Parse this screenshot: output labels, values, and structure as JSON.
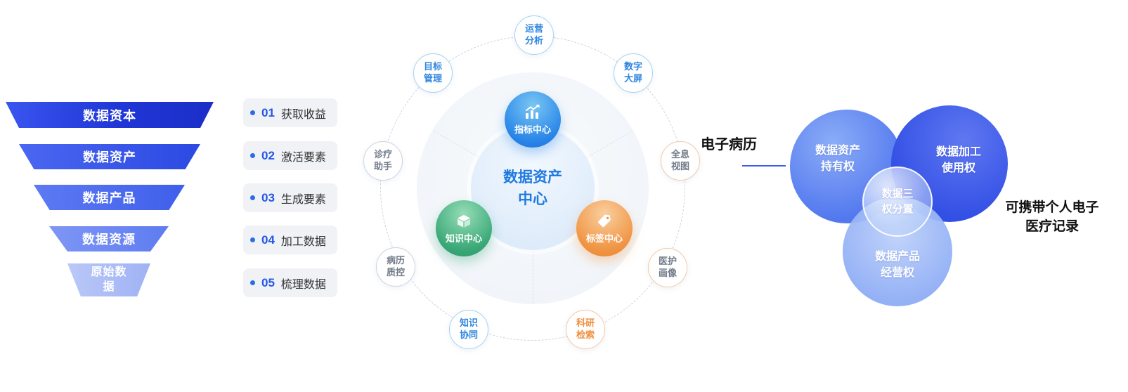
{
  "colors": {
    "primary_blue": "#2b6de8",
    "deep_blue": "#2c49e2",
    "green": "#3aa878",
    "orange": "#ef8f3e",
    "light_blue_fill": "#e2eefb"
  },
  "funnel": {
    "levels": [
      {
        "label": "数据资本"
      },
      {
        "label": "数据资产"
      },
      {
        "label": "数据产品"
      },
      {
        "label": "数据资源"
      },
      {
        "label": "原始数据"
      }
    ]
  },
  "steps": [
    {
      "num": "01",
      "label": "获取收益"
    },
    {
      "num": "02",
      "label": "激活要素"
    },
    {
      "num": "03",
      "label": "生成要素"
    },
    {
      "num": "04",
      "label": "加工数据"
    },
    {
      "num": "05",
      "label": "梳理数据"
    }
  ],
  "hub": {
    "center_label": "数据资产\n中心",
    "nodes": [
      {
        "label": "指标中心",
        "icon": "bar-chart-icon"
      },
      {
        "label": "知识中心",
        "icon": "book-icon"
      },
      {
        "label": "标签中心",
        "icon": "tag-icon"
      }
    ],
    "satellites": [
      {
        "label": "运营\n分析"
      },
      {
        "label": "目标\n管理"
      },
      {
        "label": "数字\n大屏"
      },
      {
        "label": "诊疗\n助手"
      },
      {
        "label": "全息\n视图"
      },
      {
        "label": "病历\n质控"
      },
      {
        "label": "医护\n画像"
      },
      {
        "label": "知识\n协同"
      },
      {
        "label": "科研\n检索"
      }
    ]
  },
  "venn": {
    "left": "数据资产\n持有权",
    "right": "数据加工\n使用权",
    "bottom": "数据产品\n经营权",
    "center": "数据三\n权分置"
  },
  "annotations": {
    "emr": "电子病历",
    "portable": "可携带个人电子\n医疗记录"
  }
}
